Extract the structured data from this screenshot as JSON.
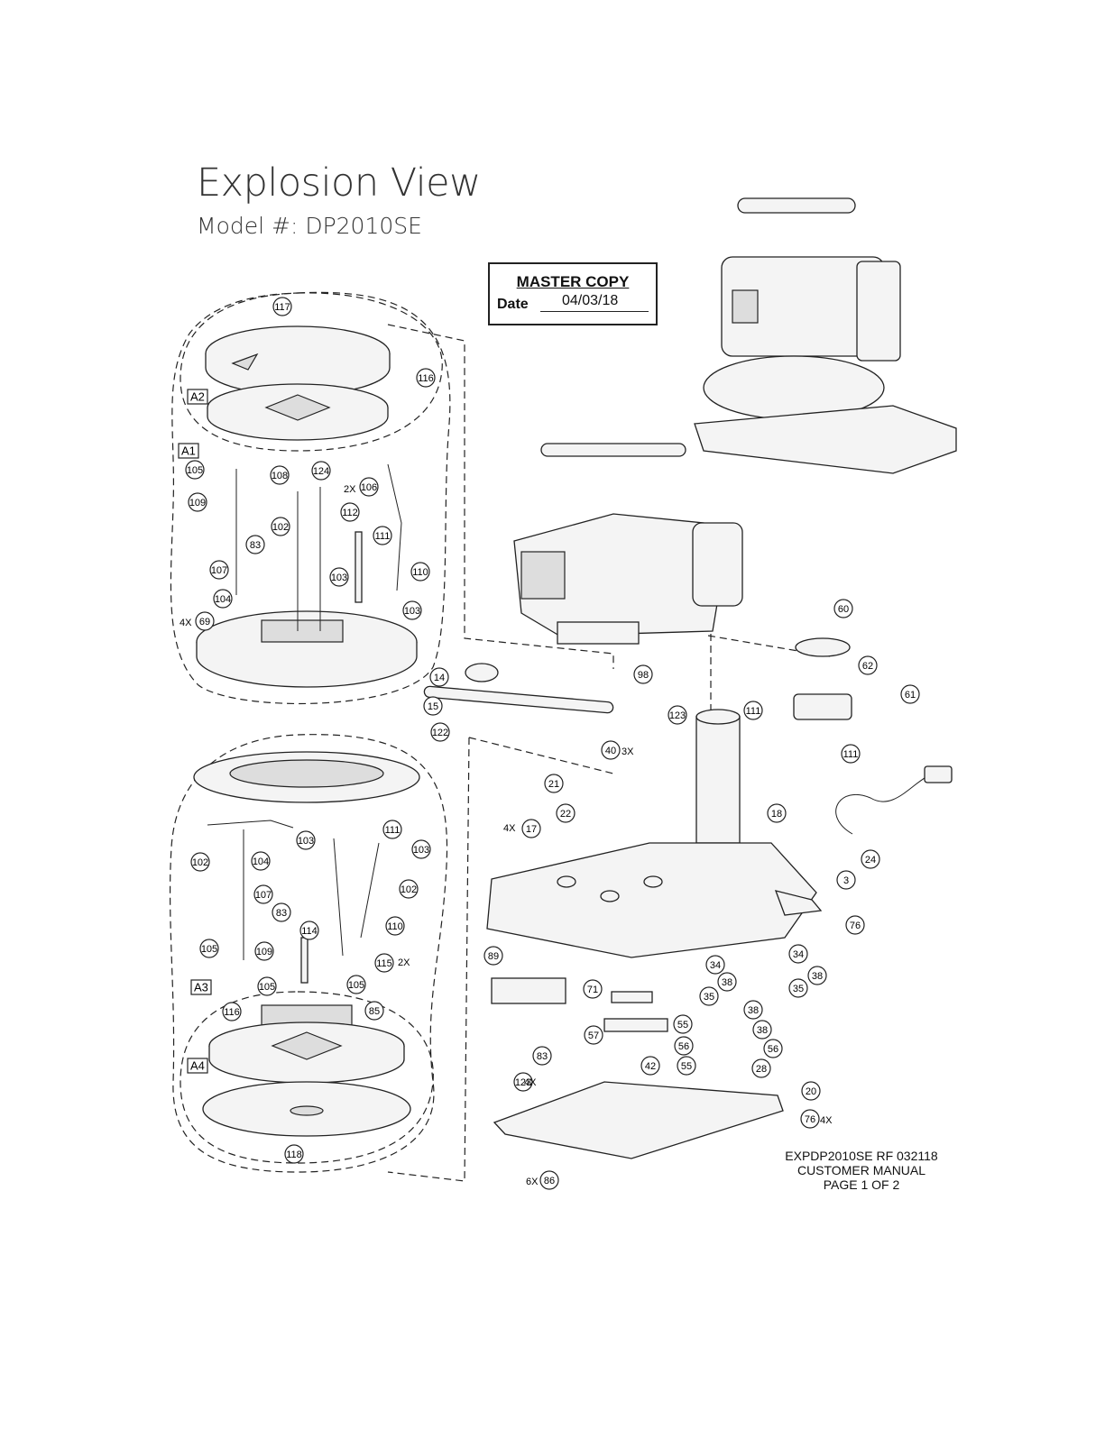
{
  "header": {
    "title": "Explosion View",
    "model": "Model #: DP2010SE"
  },
  "stamp": {
    "heading": "MASTER COPY",
    "date_label": "Date",
    "date_value": "04/03/18"
  },
  "footer": {
    "line1": "EXPDP2010SE RF 032118",
    "line2": "CUSTOMER MANUAL",
    "line3": "PAGE 1 OF 2"
  },
  "assemblies": [
    "A1",
    "A2",
    "A3",
    "A4"
  ],
  "callouts": [
    "117",
    "116",
    "105",
    "109",
    "108",
    "124",
    "106",
    "112",
    "111",
    "110",
    "102",
    "103",
    "83",
    "107",
    "104",
    "69",
    "103",
    "14",
    "15",
    "122",
    "40",
    "98",
    "123",
    "60",
    "62",
    "111",
    "61",
    "111",
    "21",
    "22",
    "17",
    "18",
    "3",
    "24",
    "103",
    "111",
    "103",
    "102",
    "104",
    "107",
    "83",
    "102",
    "110",
    "105",
    "109",
    "114",
    "115",
    "105",
    "105",
    "116",
    "85",
    "118",
    "89",
    "71",
    "57",
    "83",
    "42",
    "34",
    "38",
    "35",
    "34",
    "38",
    "35",
    "76",
    "55",
    "38",
    "38",
    "56",
    "56",
    "55",
    "28",
    "123",
    "20",
    "76",
    "86"
  ],
  "quantities": [
    "2X",
    "4X",
    "3X",
    "4X",
    "2X",
    "4X",
    "4X",
    "6X"
  ]
}
